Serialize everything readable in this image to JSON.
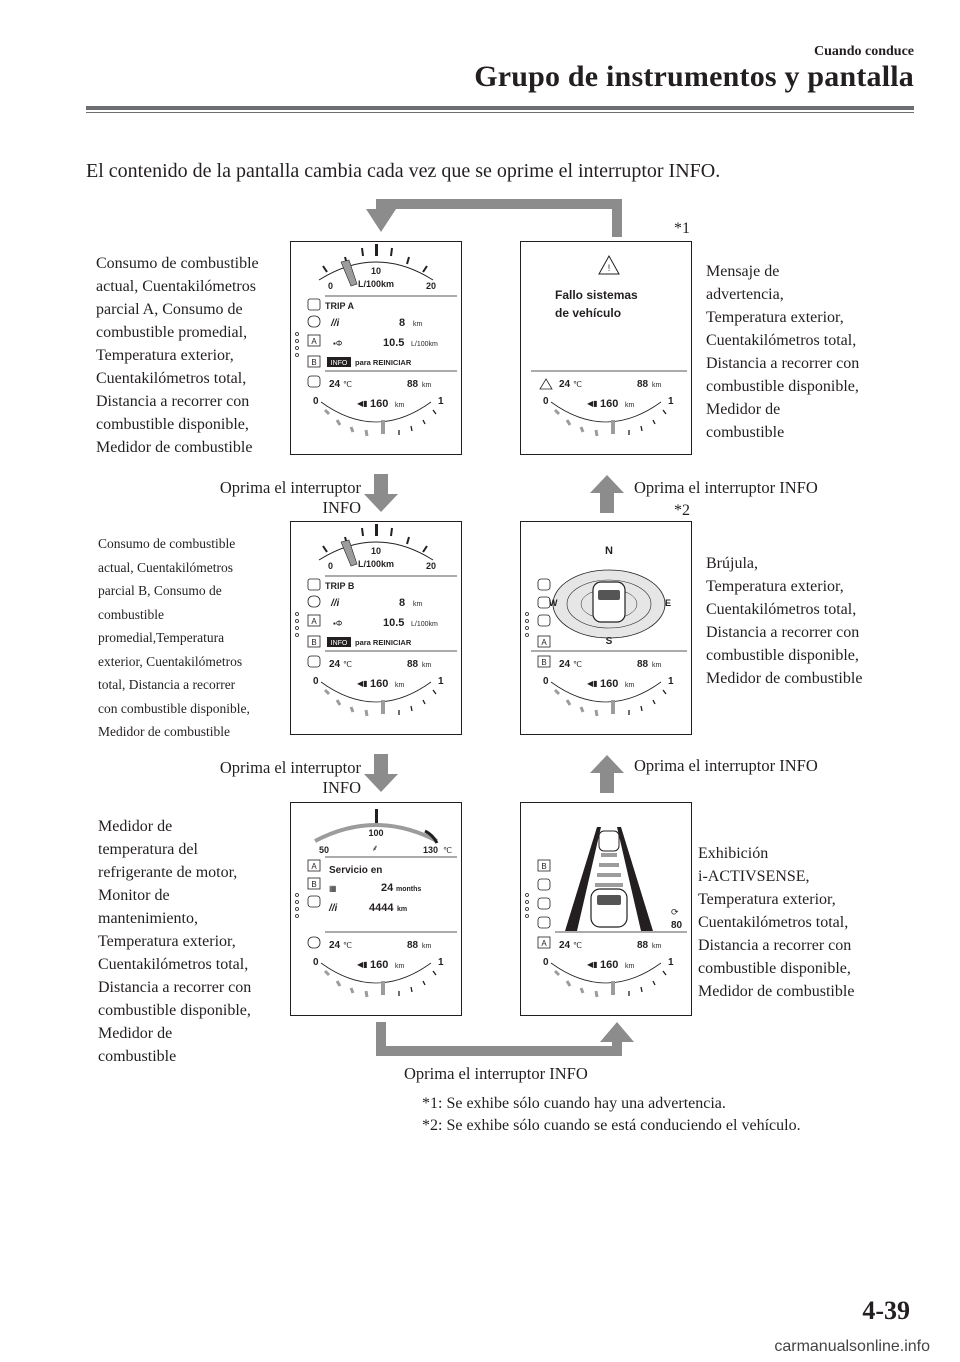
{
  "header": {
    "section": "Cuando conduce",
    "title": "Grupo de instrumentos y pantalla"
  },
  "intro": "El contenido de la pantalla cambia cada vez que se oprime el interruptor INFO.",
  "notes": {
    "star1": "*1",
    "star2": "*2"
  },
  "screens": {
    "trip_a": {
      "description": [
        "Consumo de combustible",
        "actual, Cuentakilómetros",
        "parcial A, Consumo de",
        "combustible promedial,",
        "Temperatura exterior,",
        "Cuentakilómetros total,",
        "Distancia a recorrer con",
        "combustible disponible,",
        "Medidor de combustible"
      ],
      "gauge_min": "0",
      "gauge_mid": "10",
      "gauge_max": "20",
      "gauge_unit": "L/100km",
      "trip": "TRIP A",
      "current_value": "8",
      "current_unit": "km",
      "avg_value": "10.5",
      "avg_unit": "L/100km",
      "info_badge": "INFO",
      "reset": "para REINICIAR",
      "temp": "24",
      "temp_unit": "℃",
      "odo": "88",
      "odo_unit": "km",
      "range": "160",
      "range_unit": "km",
      "fuel_empty": "0",
      "fuel_full": "1"
    },
    "warning": {
      "description": [
        "Mensaje de",
        "advertencia,",
        "Temperatura exterior,",
        "Cuentakilómetros total,",
        "Distancia a recorrer con",
        "combustible disponible,",
        "Medidor de",
        "combustible"
      ],
      "message_line1": "Fallo sistemas",
      "message_line2": "de vehículo",
      "temp": "24",
      "temp_unit": "℃",
      "odo": "88",
      "odo_unit": "km",
      "range": "160",
      "range_unit": "km",
      "fuel_empty": "0",
      "fuel_full": "1"
    },
    "trip_b": {
      "description": [
        "Consumo de combustible",
        "actual, Cuentakilómetros",
        "parcial B, Consumo de",
        "combustible",
        "promedial,Temperatura",
        "exterior, Cuentakilómetros",
        "total, Distancia a recorrer",
        "con combustible disponible,",
        "Medidor de combustible"
      ],
      "gauge_min": "0",
      "gauge_mid": "10",
      "gauge_max": "20",
      "gauge_unit": "L/100km",
      "trip": "TRIP B",
      "current_value": "8",
      "current_unit": "km",
      "avg_value": "10.5",
      "avg_unit": "L/100km",
      "info_badge": "INFO",
      "reset": "para REINICIAR",
      "temp": "24",
      "temp_unit": "℃",
      "odo": "88",
      "odo_unit": "km",
      "range": "160",
      "range_unit": "km",
      "fuel_empty": "0",
      "fuel_full": "1"
    },
    "compass": {
      "description": [
        "Brújula,",
        "Temperatura exterior,",
        "Cuentakilómetros total,",
        "Distancia a recorrer con",
        "combustible disponible,",
        "Medidor de combustible"
      ],
      "north": "N",
      "south": "S",
      "east": "E",
      "west": "W",
      "temp": "24",
      "temp_unit": "℃",
      "odo": "88",
      "odo_unit": "km",
      "range": "160",
      "range_unit": "km",
      "fuel_empty": "0",
      "fuel_full": "1"
    },
    "maintenance": {
      "description": [
        "Medidor de",
        "temperatura del",
        "refrigerante de motor,",
        "Monitor de",
        "mantenimiento,",
        "Temperatura exterior,",
        "Cuentakilómetros total,",
        "Distancia a recorrer con",
        "combustible disponible,",
        "Medidor de",
        "combustible"
      ],
      "coolant_min": "50",
      "coolant_mid": "100",
      "coolant_max": "130",
      "coolant_unit": "℃",
      "service_label": "Servicio en",
      "months_value": "24",
      "months_unit": "months",
      "km_value": "4444",
      "km_unit": "km",
      "temp": "24",
      "temp_unit": "℃",
      "odo": "88",
      "odo_unit": "km",
      "range": "160",
      "range_unit": "km",
      "fuel_empty": "0",
      "fuel_full": "1"
    },
    "i_activsense": {
      "description": [
        "Exhibición",
        "i-ACTIVSENSE,",
        "Temperatura exterior,",
        "Cuentakilómetros total,",
        "Distancia a recorrer con",
        "combustible disponible,",
        "Medidor de combustible"
      ],
      "speed": "80",
      "temp": "24",
      "temp_unit": "℃",
      "odo": "88",
      "odo_unit": "km",
      "range": "160",
      "range_unit": "km",
      "fuel_empty": "0",
      "fuel_full": "1"
    }
  },
  "arrows": {
    "press_info_a": [
      "Oprima el interruptor",
      "INFO"
    ],
    "press_info_b": [
      "Oprima el interruptor",
      "INFO"
    ],
    "press_info_right1": "Oprima el interruptor INFO",
    "press_info_right2": "Oprima el interruptor INFO",
    "press_info_bottom": "Oprima el interruptor INFO"
  },
  "footnotes": [
    "*1: Se exhibe sólo cuando hay una advertencia.",
    "*2: Se exhibe sólo cuando se está conduciendo el vehículo."
  ],
  "page_number": "4-39",
  "watermark": "carmanualsonline.info"
}
